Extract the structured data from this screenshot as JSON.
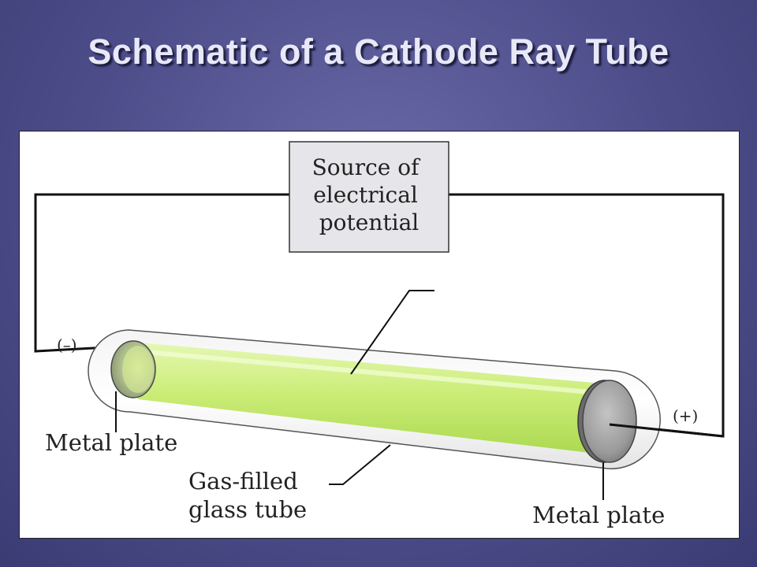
{
  "title": "Schematic of a Cathode Ray Tube",
  "diagram": {
    "source_label_lines": [
      "Source of",
      "electrical",
      "potential"
    ],
    "negative_terminal": "(–)",
    "positive_terminal": "(+)",
    "left_plate_label": "Metal plate",
    "right_plate_label": "Metal plate",
    "tube_label_lines": [
      "Gas-filled",
      "glass tube"
    ],
    "colors": {
      "glow": "#c8ec70",
      "wire": "#111111",
      "source_box": "#e6e6ea",
      "plate": "#9a9a9a"
    }
  }
}
